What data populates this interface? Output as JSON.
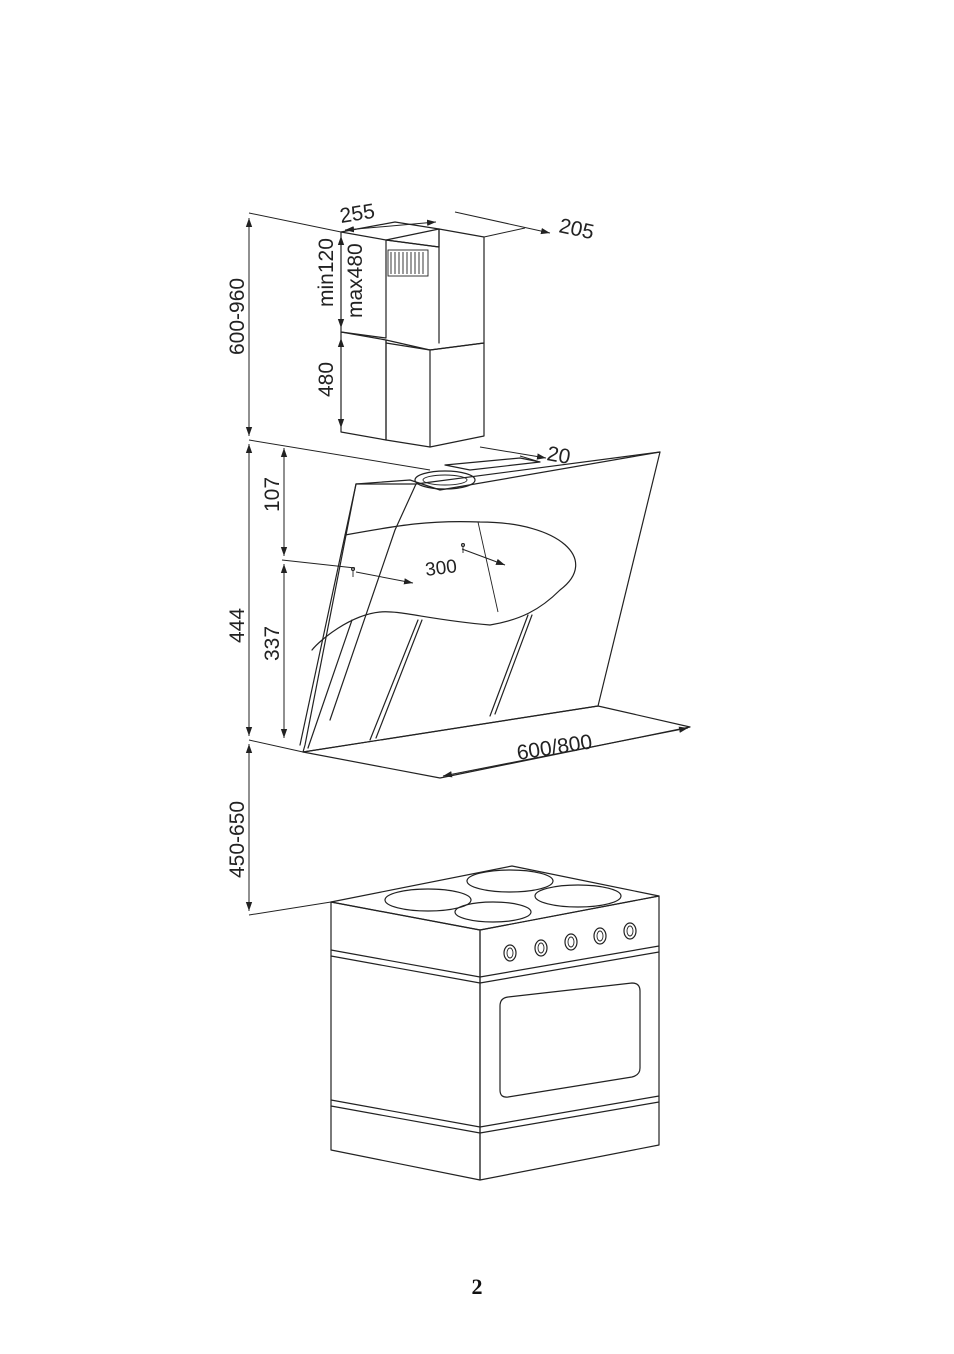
{
  "dimensions": {
    "total_height": "600-960",
    "chimney_width": "255",
    "chimney_depth": "205",
    "chimney_upper_min": "min120",
    "chimney_upper_max": "max480",
    "chimney_lower": "480",
    "wall_gap": "20",
    "bracket_top": "107",
    "hood_height": "444",
    "bracket_lower": "337",
    "screw_spacing": "300",
    "hood_width": "600/800",
    "cooker_clearance": "450-650"
  },
  "page_number": "2"
}
